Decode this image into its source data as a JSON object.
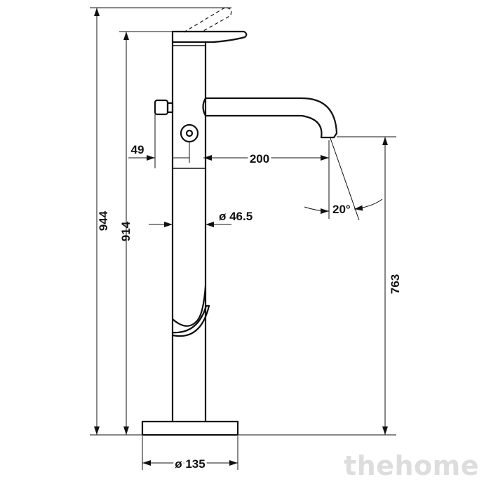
{
  "drawing": {
    "dimensions": {
      "total_height": "944",
      "body_height": "914",
      "spout_height": "763",
      "spout_reach": "200",
      "offset": "49",
      "body_diameter": "ø 46.5",
      "base_diameter": "ø 135",
      "spout_angle": "20°"
    },
    "line_color": "#111111",
    "background_color": "#ffffff"
  },
  "watermark": {
    "text": "thehome",
    "color": "#dddddd"
  }
}
